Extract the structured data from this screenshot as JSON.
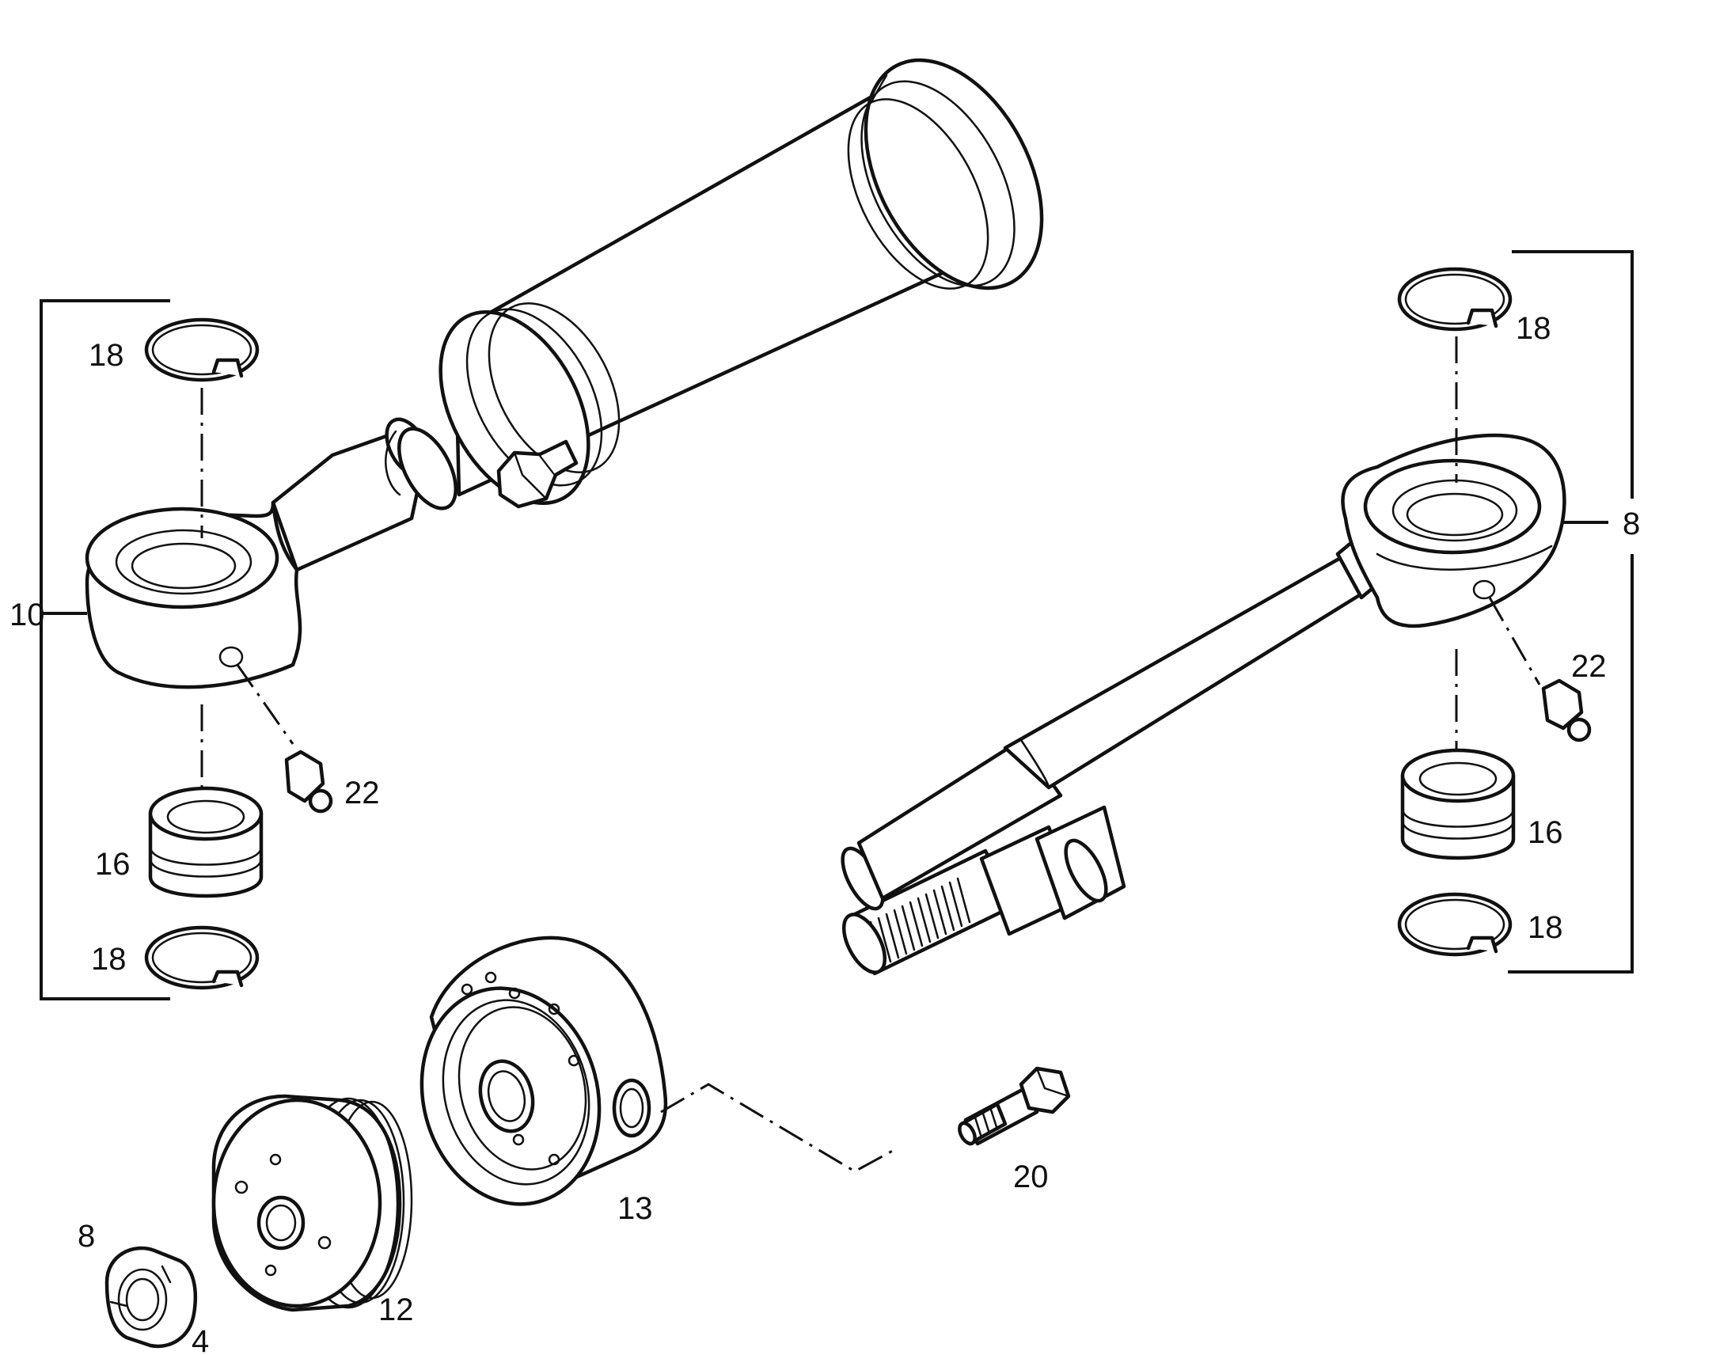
{
  "callouts": {
    "c10": "10",
    "c18a": "18",
    "c16a": "16",
    "c18b": "18",
    "c22a": "22",
    "c18c": "18",
    "c8r": "8",
    "c22b": "22",
    "c16b": "16",
    "c18d": "18",
    "c13": "13",
    "c20": "20",
    "c12": "12",
    "c8n": "8",
    "c4": "4"
  }
}
